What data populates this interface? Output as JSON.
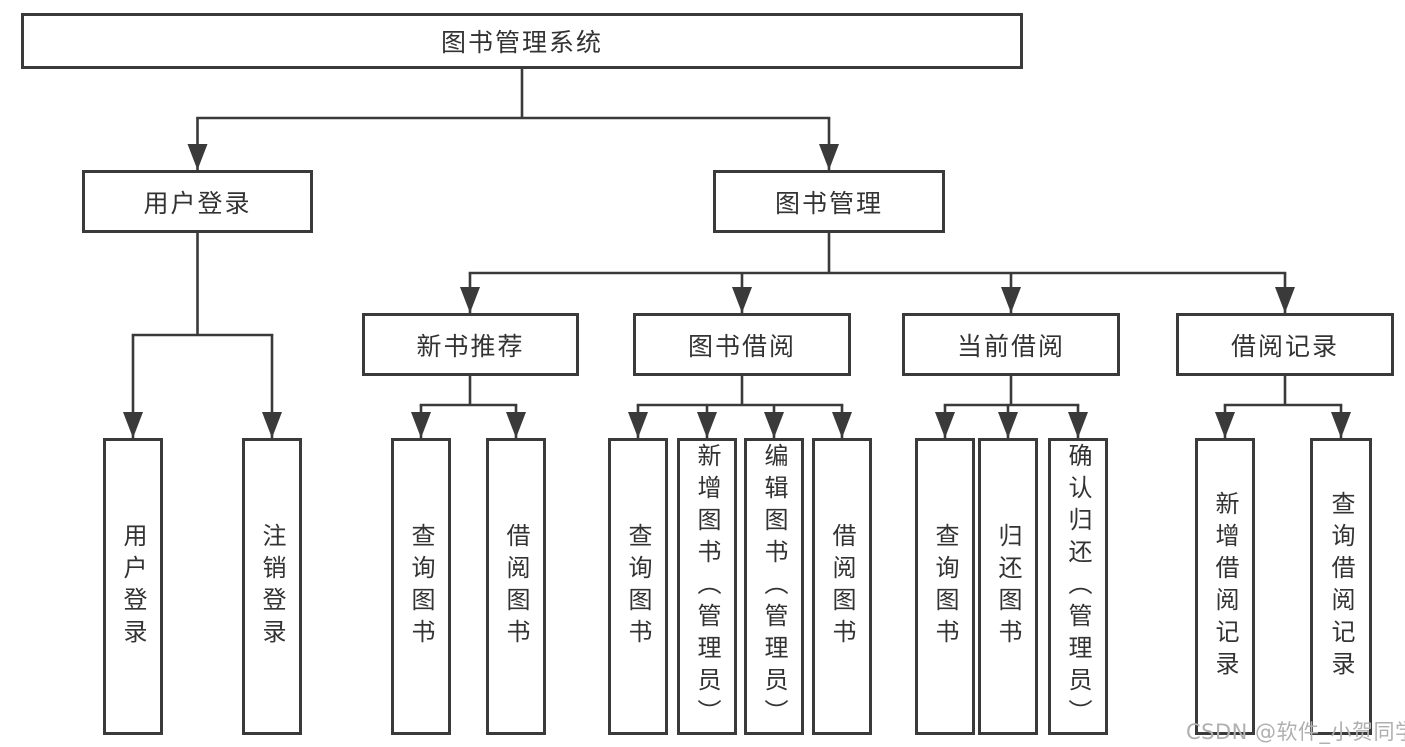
{
  "colors": {
    "line": "#3a3a3a",
    "text": "#333333",
    "node_bg": "#ffffff",
    "watermark": "#b0b0b0"
  },
  "watermark": {
    "text": "CSDN @软件_小贺同学"
  },
  "diagram": {
    "type": "hierarchy-tree",
    "root": {
      "label": "图书管理系统"
    },
    "branches": [
      {
        "label": "用户登录",
        "children": [
          {
            "label": "用户登录"
          },
          {
            "label": "注销登录"
          }
        ]
      },
      {
        "label": "图书管理",
        "children": [
          {
            "label": "新书推荐",
            "children": [
              {
                "label": "查询图书"
              },
              {
                "label": "借阅图书"
              }
            ]
          },
          {
            "label": "图书借阅",
            "children": [
              {
                "label": "查询图书"
              },
              {
                "label": "新增图书（管理员）"
              },
              {
                "label": "编辑图书（管理员）"
              },
              {
                "label": "借阅图书"
              }
            ]
          },
          {
            "label": "当前借阅",
            "children": [
              {
                "label": "查询图书"
              },
              {
                "label": "归还图书"
              },
              {
                "label": "确认归还（管理员）"
              }
            ]
          },
          {
            "label": "借阅记录",
            "children": [
              {
                "label": "新增借阅记录"
              },
              {
                "label": "查询借阅记录"
              }
            ]
          }
        ]
      }
    ]
  }
}
